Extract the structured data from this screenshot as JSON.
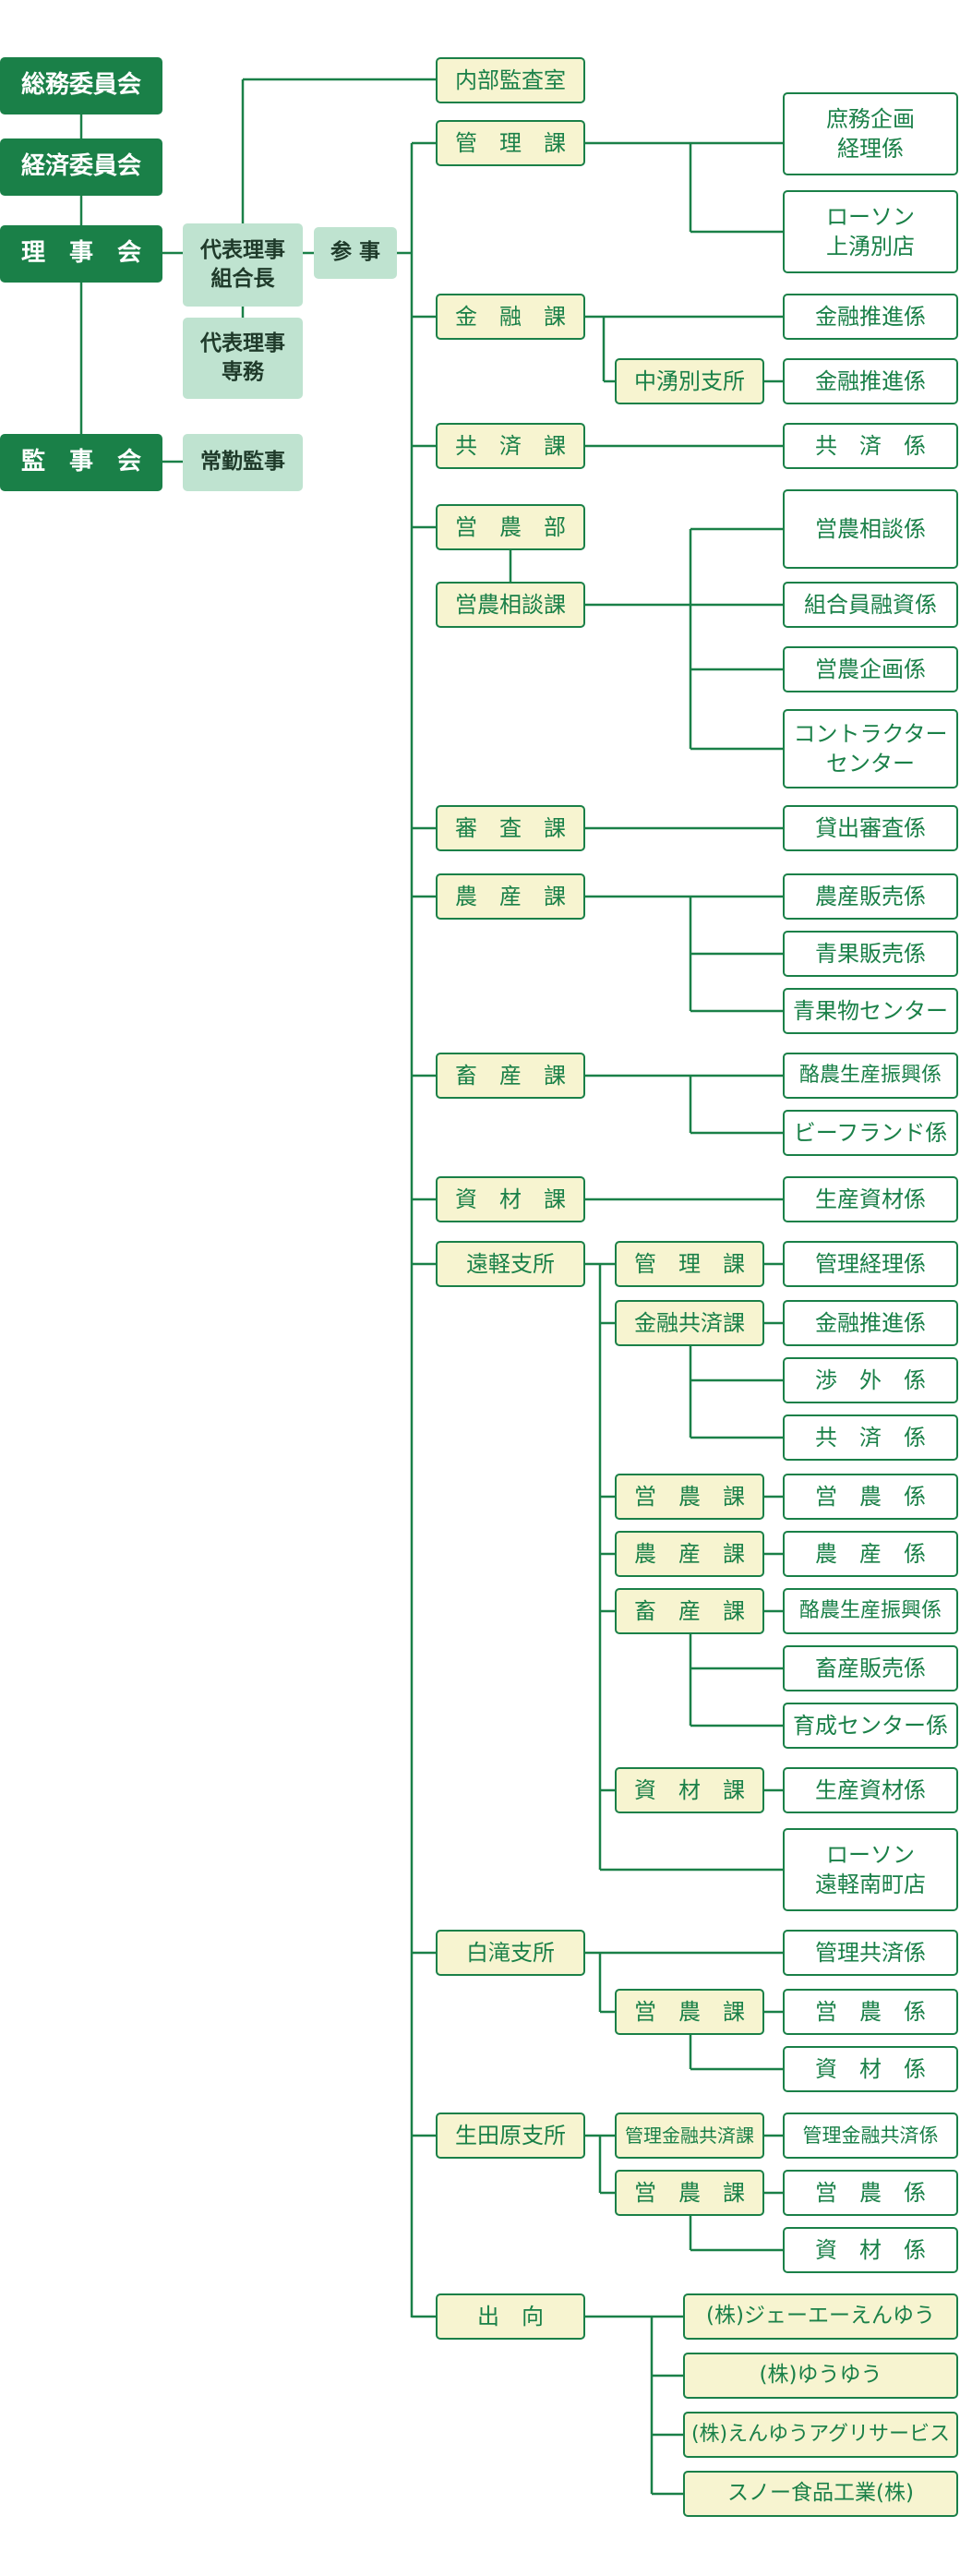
{
  "colors": {
    "line": "#1a8048",
    "dark": "#1a8048",
    "mint": "#bfe3d0",
    "yellow": "#f7f4d0"
  },
  "nodes": {
    "somu": "総務委員会",
    "keizai": "経済委員会",
    "rijikai": "理　事　会",
    "kanjikai": "監　事　会",
    "daihyo_kumiaicho": "代表理事\n組合長",
    "daihyo_senmu": "代表理事\n専務",
    "jokin_kanji": "常勤監事",
    "sanji": "参 事",
    "naibu_kansa": "内部監査室",
    "kanri": "管　理　課",
    "shomu": "庶務企画\n経理係",
    "lawson_kamiyubetsu": "ローソン\n上湧別店",
    "kinyu": "金　融　課",
    "kinyu_suishin1": "金融推進係",
    "nakayubetsu": "中湧別支所",
    "kinyu_suishin2": "金融推進係",
    "kyosai": "共　済　課",
    "kyosai_kakari": "共　済　係",
    "einobu": "営　農　部",
    "eino_sodan_ka": "営農相談課",
    "eino_sodan_kakari": "営農相談係",
    "kumiaiin_yushi": "組合員融資係",
    "eino_kikaku": "営農企画係",
    "contractor": "コントラクター\nセンター",
    "shinsa": "審　査　課",
    "kashidashi": "貸出審査係",
    "nosan": "農　産　課",
    "nosan_hanbai": "農産販売係",
    "seika_hanbai": "青果販売係",
    "seikabutsu_center": "青果物センター",
    "chikusan": "畜　産　課",
    "rakuno_shinko": "酪農生産振興係",
    "beefland": "ビーフランド係",
    "shizai": "資　材　課",
    "seisan_shizai": "生産資材係",
    "engaru": "遠軽支所",
    "e_kanri": "管　理　課",
    "e_kanri_keiri": "管理経理係",
    "e_kinyu_kyosai": "金融共済課",
    "e_kinyu_suishin": "金融推進係",
    "e_shogai": "渉　外　係",
    "e_kyosai": "共　済　係",
    "e_eino_ka": "営　農　課",
    "e_eino_kakari": "営　農　係",
    "e_nosan_ka": "農　産　課",
    "e_nosan_kakari": "農　産　係",
    "e_chikusan_ka": "畜　産　課",
    "e_rakuno": "酪農生産振興係",
    "e_chikusan_hanbai": "畜産販売係",
    "e_ikusei": "育成センター係",
    "e_shizai_ka": "資　材　課",
    "e_seisan_shizai": "生産資材係",
    "lawson_engaru": "ローソン\n遠軽南町店",
    "shirataki": "白滝支所",
    "s_kanri_kyosai": "管理共済係",
    "s_eino_ka": "営　農　課",
    "s_eino_kakari": "営　農　係",
    "s_shizai": "資　材　係",
    "ikutawara": "生田原支所",
    "i_kanri_ka": "管理金融共済課",
    "i_kanri_kakari": "管理金融共済係",
    "i_eino_ka": "営　農　課",
    "i_eino_kakari": "営　農　係",
    "i_shizai": "資　材　係",
    "shukko": "出　向",
    "ja_enyu": "(株)ジェーエーえんゆう",
    "yuyu": "(株)ゆうゆう",
    "enyu_agri": "(株)えんゆうアグリサービス",
    "snow": "スノー食品工業(株)"
  }
}
